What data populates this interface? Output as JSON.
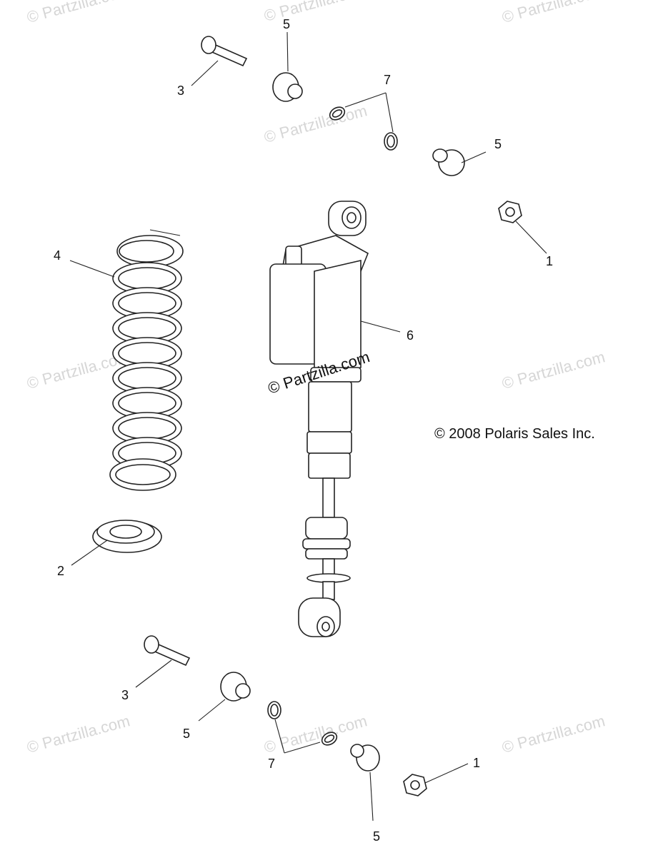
{
  "callouts": {
    "c1a": "1",
    "c1b": "1",
    "c2": "2",
    "c3a": "3",
    "c3b": "3",
    "c4": "4",
    "c5a": "5",
    "c5b": "5",
    "c5c": "5",
    "c5d": "5",
    "c6": "6",
    "c7a": "7",
    "c7b": "7"
  },
  "watermarks": {
    "w1": "© Partzilla.com",
    "w2": "© Partzilla.com",
    "w3": "© Partzilla.com",
    "w4": "© Partzilla.com",
    "w5": "© Partzilla.com",
    "w6": "© Partzilla.com",
    "w7": "© Partzilla.com",
    "w8": "© Partzilla.com",
    "w9": "© Partzilla.com",
    "center": "© Partzilla.com"
  },
  "copyright": "© 2008 Polaris Sales Inc.",
  "colors": {
    "line": "#222222",
    "watermark": "#d6d6d6"
  }
}
